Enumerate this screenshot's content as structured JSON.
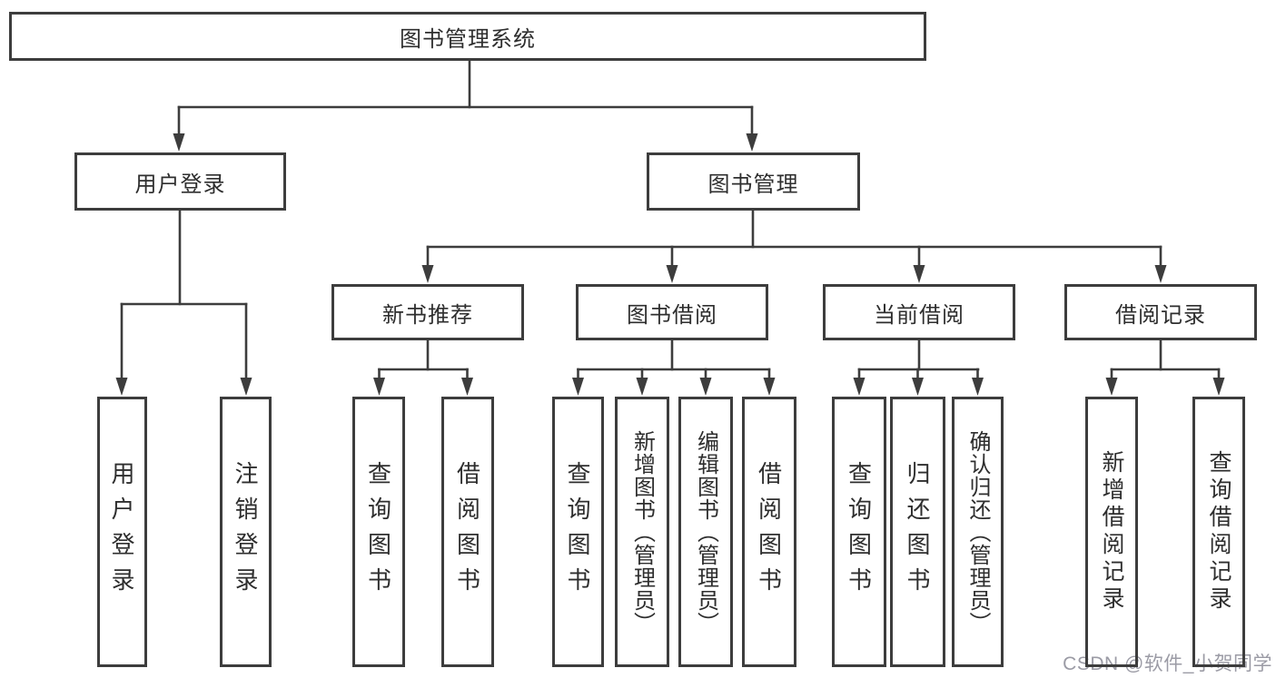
{
  "diagram": {
    "root": {
      "label": "图书管理系统"
    },
    "level2": [
      {
        "label": "用户登录"
      },
      {
        "label": "图书管理"
      }
    ],
    "level3": [
      {
        "label": "新书推荐"
      },
      {
        "label": "图书借阅"
      },
      {
        "label": "当前借阅"
      },
      {
        "label": "借阅记录"
      }
    ],
    "leaves": {
      "user_login": [
        "用户登录",
        "注销登录"
      ],
      "new_book": [
        "查询图书",
        "借阅图书"
      ],
      "book_borrow": [
        "查询图书",
        "新增图书（管理员）",
        "编辑图书（管理员）",
        "借阅图书"
      ],
      "current_borrow": [
        "查询图书",
        "归还图书",
        "确认归还（管理员）"
      ],
      "borrow_record": [
        "新增借阅记录",
        "查询借阅记录"
      ]
    }
  },
  "watermark": {
    "text": "CSDN @软件_小贺同学",
    "color": "#9b9ba5"
  },
  "colors": {
    "line": "#3d3d3d",
    "text": "#2e2e2e",
    "background": "#ffffff"
  }
}
